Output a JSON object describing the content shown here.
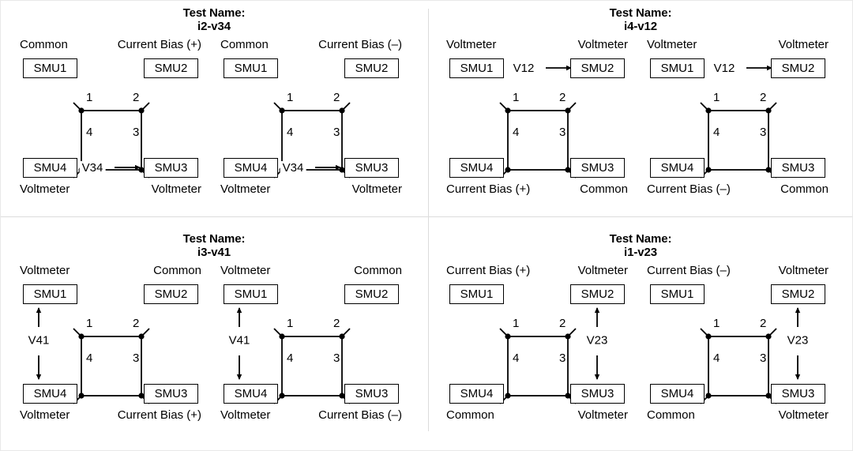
{
  "figure": {
    "node_numbers": [
      "1",
      "2",
      "4",
      "3"
    ],
    "smu_labels": {
      "top_left": "SMU1",
      "top_right": "SMU2",
      "bottom_left": "SMU4",
      "bottom_right": "SMU3"
    },
    "line_color": "#000000",
    "divider_color": "#dcdcdc",
    "background": "#ffffff"
  },
  "panels": [
    {
      "id": "i2-v34",
      "title_line1": "Test Name:",
      "title_line2": "i2-v34",
      "diagrams": [
        {
          "variant": "positive",
          "cap_top_left": "Common",
          "cap_top_right": "Current Bias (+)",
          "cap_bottom_left": "Voltmeter",
          "cap_bottom_right": "Voltmeter",
          "measurement": "V34",
          "arrow_type": "horizontal-bottom"
        },
        {
          "variant": "negative",
          "cap_top_left": "Common",
          "cap_top_right": "Current Bias (–)",
          "cap_bottom_left": "Voltmeter",
          "cap_bottom_right": "Voltmeter",
          "measurement": "V34",
          "arrow_type": "horizontal-bottom"
        }
      ]
    },
    {
      "id": "i4-v12",
      "title_line1": "Test Name:",
      "title_line2": "i4-v12",
      "diagrams": [
        {
          "variant": "positive",
          "cap_top_left": "Voltmeter",
          "cap_top_right": "Voltmeter",
          "cap_bottom_left": "Current Bias (+)",
          "cap_bottom_right": "Common",
          "measurement": "V12",
          "arrow_type": "horizontal-top"
        },
        {
          "variant": "negative",
          "cap_top_left": "Voltmeter",
          "cap_top_right": "Voltmeter",
          "cap_bottom_left": "Current Bias (–)",
          "cap_bottom_right": "Common",
          "measurement": "V12",
          "arrow_type": "horizontal-top"
        }
      ]
    },
    {
      "id": "i3-v41",
      "title_line1": "Test Name:",
      "title_line2": "i3-v41",
      "diagrams": [
        {
          "variant": "positive",
          "cap_top_left": "Voltmeter",
          "cap_top_right": "Common",
          "cap_bottom_left": "Voltmeter",
          "cap_bottom_right": "Current Bias (+)",
          "measurement": "V41",
          "arrow_type": "vertical-left"
        },
        {
          "variant": "negative",
          "cap_top_left": "Voltmeter",
          "cap_top_right": "Common",
          "cap_bottom_left": "Voltmeter",
          "cap_bottom_right": "Current Bias (–)",
          "measurement": "V41",
          "arrow_type": "vertical-left"
        }
      ]
    },
    {
      "id": "i1-v23",
      "title_line1": "Test Name:",
      "title_line2": "i1-v23",
      "diagrams": [
        {
          "variant": "positive",
          "cap_top_left": "Current Bias (+)",
          "cap_top_right": "Voltmeter",
          "cap_bottom_left": "Common",
          "cap_bottom_right": "Voltmeter",
          "measurement": "V23",
          "arrow_type": "vertical-right"
        },
        {
          "variant": "negative",
          "cap_top_left": "Current Bias (–)",
          "cap_top_right": "Voltmeter",
          "cap_bottom_left": "Common",
          "cap_bottom_right": "Voltmeter",
          "measurement": "V23",
          "arrow_type": "vertical-right"
        }
      ]
    }
  ]
}
